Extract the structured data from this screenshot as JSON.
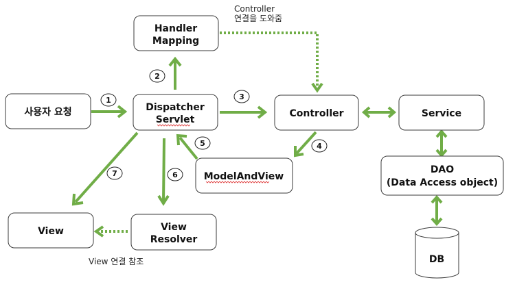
{
  "colors": {
    "arrow": "#70ad47",
    "box_border": "#3a3a3a"
  },
  "nodes": {
    "user_request": "사용자 요청",
    "handler_mapping": [
      "Handler",
      "Mapping"
    ],
    "dispatcher_servlet": [
      "Dispatcher",
      "Servlet"
    ],
    "controller": "Controller",
    "service": "Service",
    "dao": [
      "DAO",
      "(Data Access object)"
    ],
    "model_and_view": "ModelAndView",
    "view": "View",
    "view_resolver": [
      "View",
      "Resolver"
    ],
    "db": "DB"
  },
  "annotations": {
    "handler_note": [
      "Controller",
      "연결을 도와줌"
    ],
    "view_note": "View 연결 참조"
  },
  "steps": [
    "1",
    "2",
    "3",
    "4",
    "5",
    "6",
    "7"
  ]
}
